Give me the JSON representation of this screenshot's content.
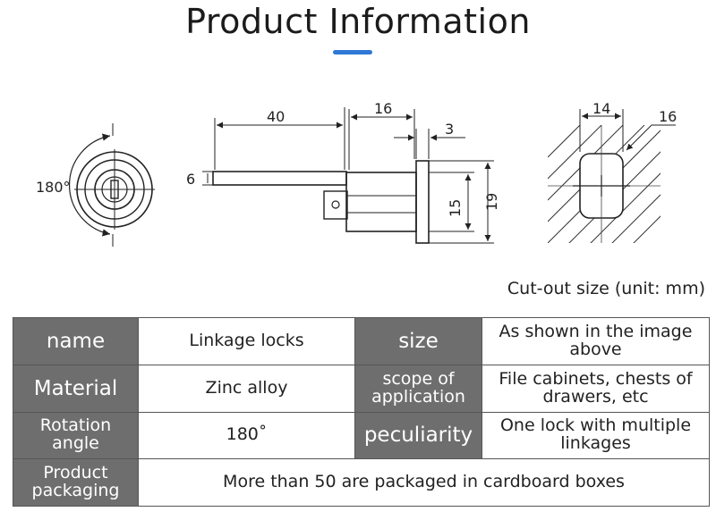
{
  "header": {
    "title": "Product Information"
  },
  "drawing": {
    "front_view": {
      "rotation_label": "180°"
    },
    "side_view": {
      "dim_bar_length": "40",
      "dim_body_length": "16",
      "dim_flange": "3",
      "dim_bar_thickness": "6",
      "dim_body_height": "15",
      "dim_flange_height": "19"
    },
    "cutout_view": {
      "dim_width": "14",
      "dim_height": "16"
    },
    "caption": "Cut-out size (unit: mm)"
  },
  "specs": {
    "name_label": "name",
    "name_value": "Linkage locks",
    "size_label": "size",
    "size_value": "As shown in the image above",
    "material_label": "Material",
    "material_value": "Zinc alloy",
    "scope_label": "scope of application",
    "scope_value": "File cabinets, chests of drawers, etc",
    "rotation_label": "Rotation angle",
    "rotation_value": "180˚",
    "peculiarity_label": "peculiarity",
    "peculiarity_value": "One lock with multiple linkages",
    "packaging_label": "Product packaging",
    "packaging_value": "More than 50 are packaged in cardboard boxes"
  },
  "colors": {
    "accent": "#2f78d6",
    "header_cell": "#6e6e6e"
  }
}
